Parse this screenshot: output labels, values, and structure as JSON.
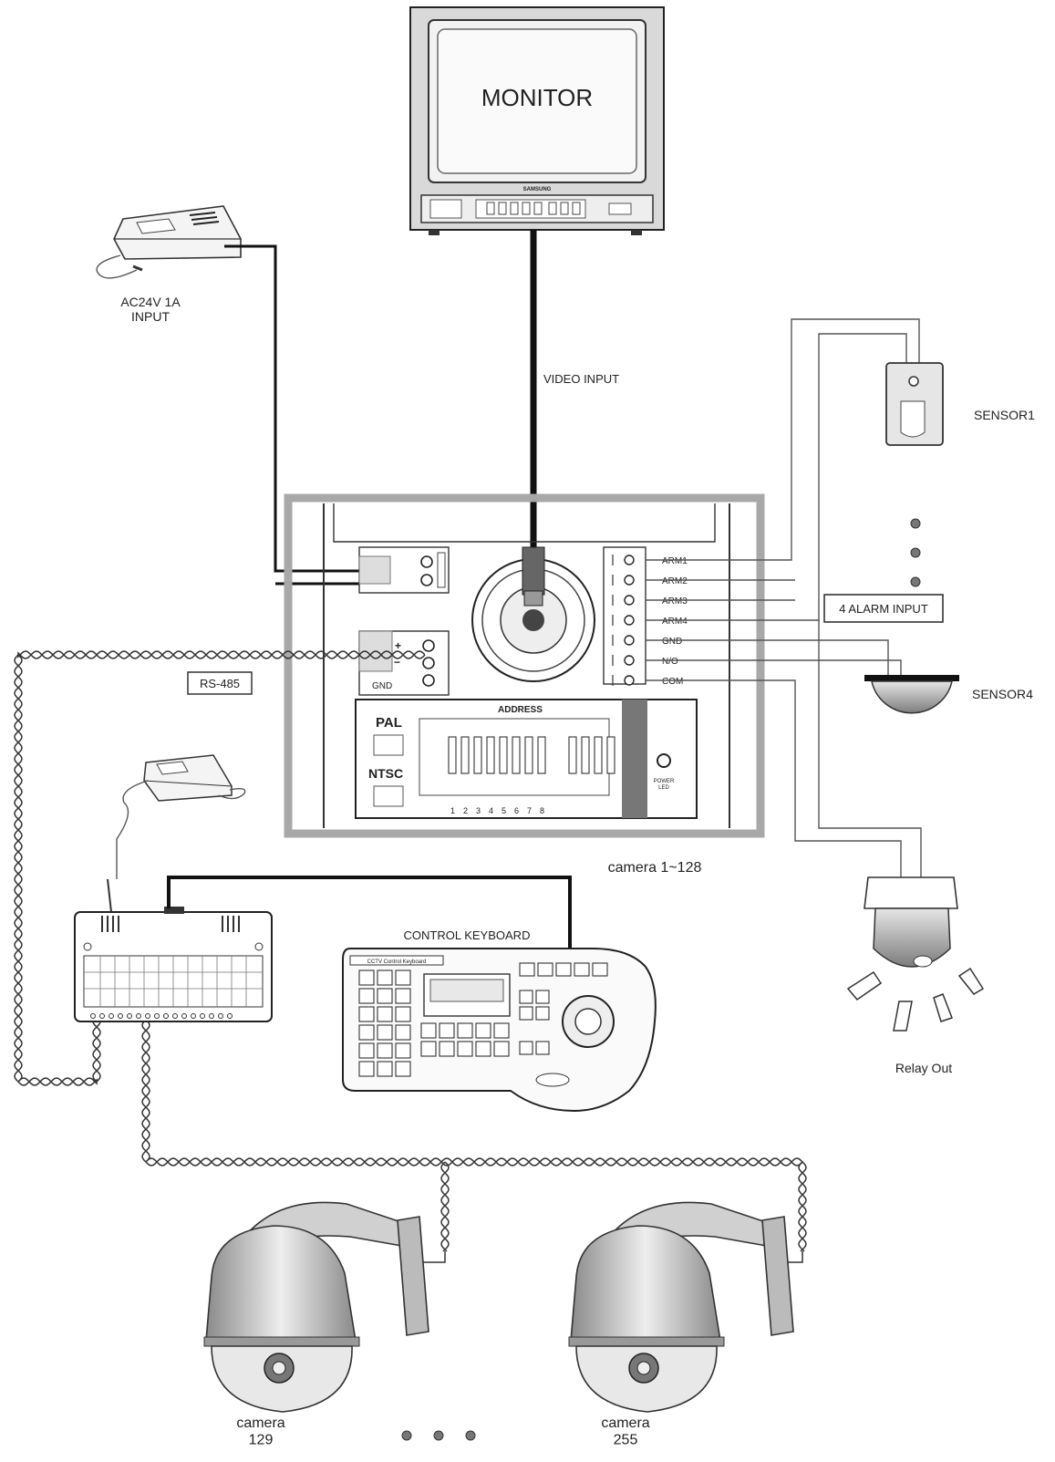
{
  "labels": {
    "monitor": "MONITOR",
    "monitor_brand": "SAMSUNG",
    "power_input": "AC24V 1A\nINPUT",
    "video_input": "VIDEO INPUT",
    "sensor1": "SENSOR1",
    "sensor4": "SENSOR4",
    "alarm_input": "4 ALARM INPUT",
    "relay_out": "Relay Out",
    "rs485": "RS-485",
    "gnd": "GND",
    "pal": "PAL",
    "ntsc": "NTSC",
    "address": "ADDRESS",
    "dip_numbers": [
      "1",
      "2",
      "3",
      "4",
      "5",
      "6",
      "7",
      "8"
    ],
    "power_led": "POWER\nLED",
    "camera_range": "camera 1~128",
    "control_keyboard": "CONTROL  KEYBOARD",
    "keyboard_name": "CCTV Control Keyboard",
    "camera_129": "camera\n129",
    "camera_255": "camera\n255"
  },
  "terminals": [
    "ARM1",
    "ARM2",
    "ARM3",
    "ARM4",
    "GND",
    "N/O",
    "COM"
  ]
}
